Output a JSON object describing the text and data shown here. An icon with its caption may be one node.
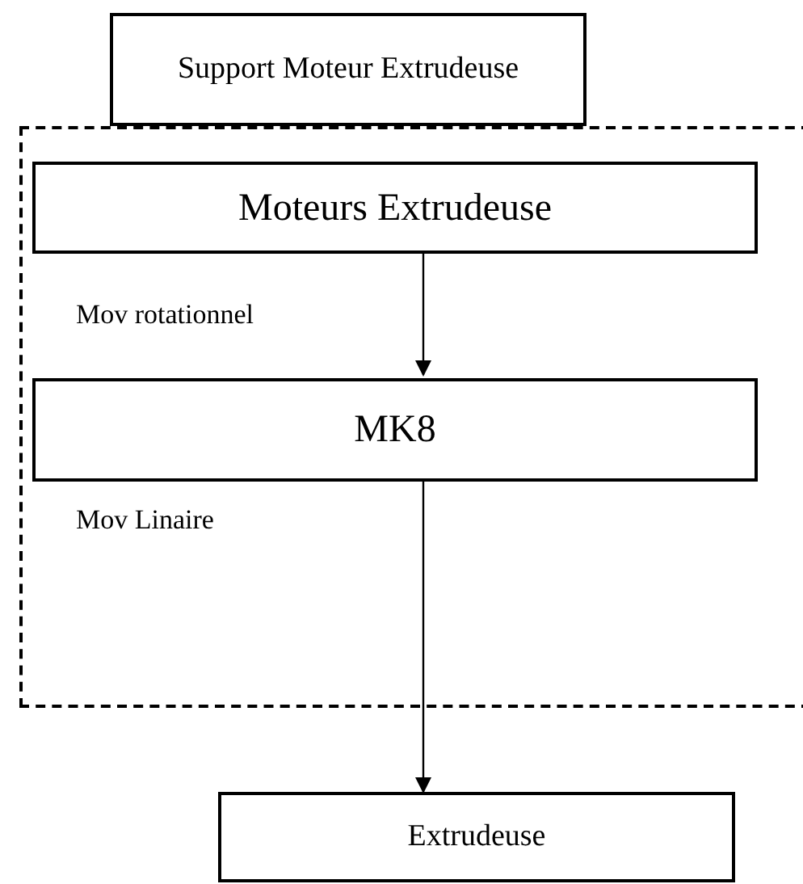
{
  "diagram": {
    "nodes": [
      {
        "text": [
          "Support Moteur Extrudeuse"
        ]
      },
      {
        "text": [],
        "shape": "box"
      },
      {
        "text": [
          "Moteurs Extrudeuse"
        ],
        "in": 1
      },
      {
        "text": [
          "MK8"
        ],
        "in": 1
      },
      {
        "text": [
          "Extrudeuse"
        ]
      }
    ],
    "edges": [
      {
        "from": 2,
        "to": 3,
        "arrow": "to"
      },
      {
        "from": 3,
        "to": 4,
        "arrow": "to"
      }
    ],
    "labels": [
      "Mov rotationnel",
      "Mov Linaire"
    ]
  }
}
